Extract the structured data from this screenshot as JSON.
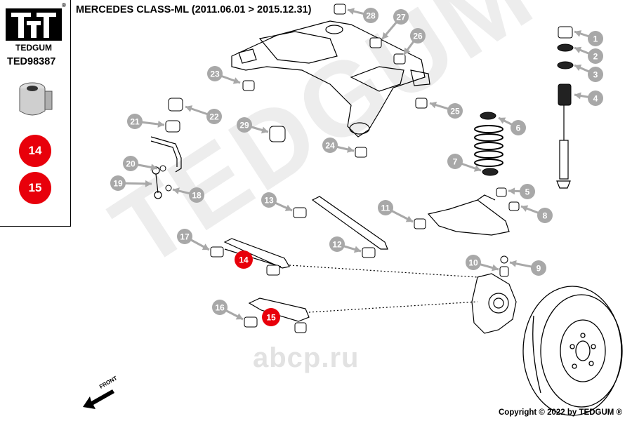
{
  "brand": {
    "name": "TEDGUM",
    "registered_mark": "®",
    "watermark": "TEDGUM"
  },
  "sidebar": {
    "part_number": "TED98387",
    "highlighted_positions": [
      "14",
      "15"
    ]
  },
  "header": {
    "title": "MERCEDES CLASS-ML  (2011.06.01 > 2015.12.31)"
  },
  "footer": {
    "copyright": "Copyright © 2022 by TEDGUM ®",
    "watermark_site": "abcp.ru"
  },
  "diagram": {
    "front_label": "FRONT",
    "callouts": [
      "1",
      "2",
      "3",
      "4",
      "5",
      "6",
      "7",
      "8",
      "9",
      "10",
      "11",
      "12",
      "13",
      "16",
      "17",
      "18",
      "19",
      "20",
      "21",
      "22",
      "23",
      "24",
      "25",
      "26",
      "27",
      "28",
      "29"
    ],
    "red_callouts": [
      "14",
      "15"
    ]
  },
  "colors": {
    "callout_grey": "#a8a8a8",
    "highlight_red": "#e8000b",
    "line": "#000000"
  }
}
